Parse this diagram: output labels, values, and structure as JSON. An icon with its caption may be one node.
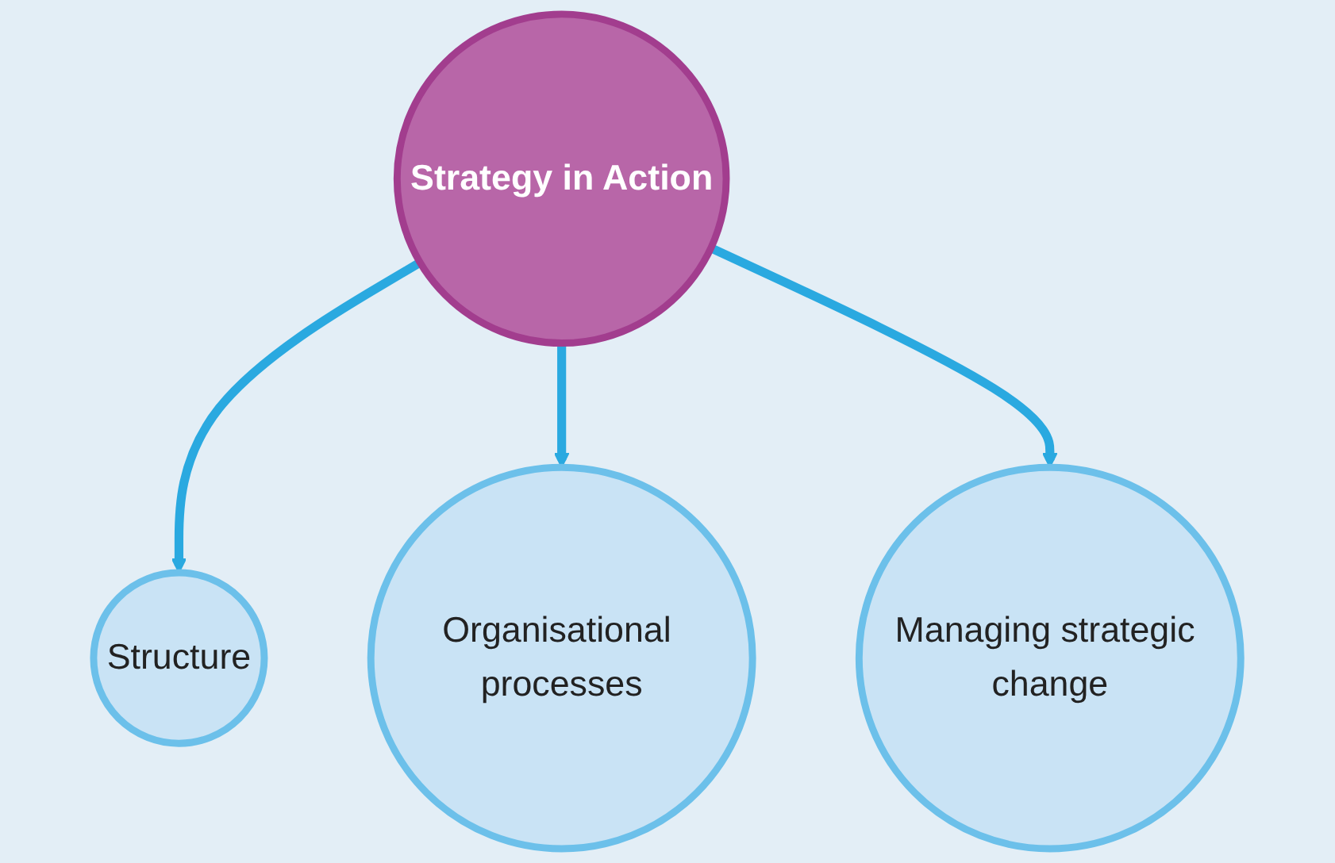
{
  "diagram": {
    "nodes": [
      {
        "text": [
          "Structure"
        ]
      },
      {
        "text": [
          "Strategy in Action"
        ]
      },
      {
        "text": [
          "Organisational processes"
        ]
      },
      {
        "text": [
          "Managing strategic change"
        ]
      }
    ],
    "edges": [
      {
        "from": 1,
        "to": 0,
        "arrow": "to"
      },
      {
        "from": 1,
        "to": 2,
        "arrow": "to"
      },
      {
        "from": 1,
        "to": 3,
        "arrow": "to"
      }
    ]
  }
}
